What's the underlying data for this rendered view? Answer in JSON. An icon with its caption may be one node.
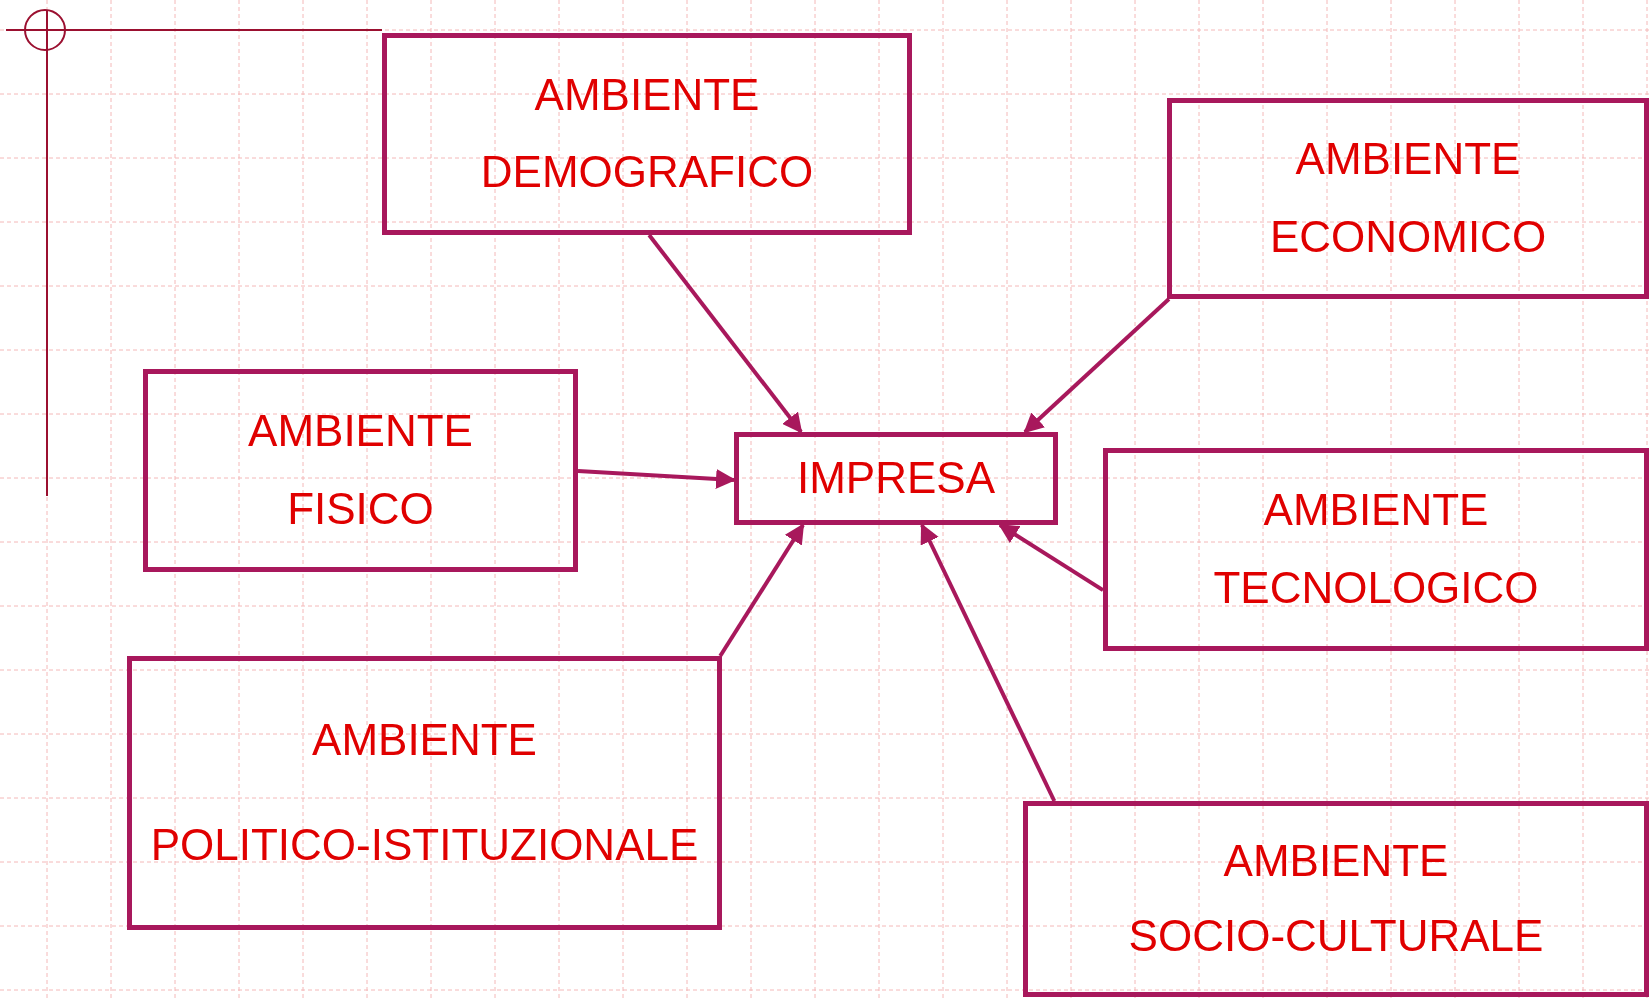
{
  "diagram": {
    "nodes": [
      {
        "text": [
          "AMBIENTE",
          "DEMOGRAFICO"
        ]
      },
      {
        "text": [
          "AMBIENTE",
          "ECONOMICO"
        ]
      },
      {
        "text": [
          "AMBIENTE",
          "FISICO"
        ]
      },
      {
        "text": [
          "IMPRESA"
        ]
      },
      {
        "text": [
          "AMBIENTE",
          "TECNOLOGICO"
        ]
      },
      {
        "text": [
          "AMBIENTE",
          "POLITICO-ISTITUZIONALE"
        ]
      },
      {
        "text": [
          "AMBIENTE",
          "SOCIO-CULTURALE"
        ]
      }
    ],
    "edges": [
      {
        "from": 0,
        "to": 3,
        "arrow": "to"
      },
      {
        "from": 1,
        "to": 3,
        "arrow": "to"
      },
      {
        "from": 2,
        "to": 3,
        "arrow": "to"
      },
      {
        "from": 4,
        "to": 3,
        "arrow": "to"
      },
      {
        "from": 5,
        "to": 3,
        "arrow": "to"
      },
      {
        "from": 6,
        "to": 3,
        "arrow": "to"
      }
    ]
  }
}
